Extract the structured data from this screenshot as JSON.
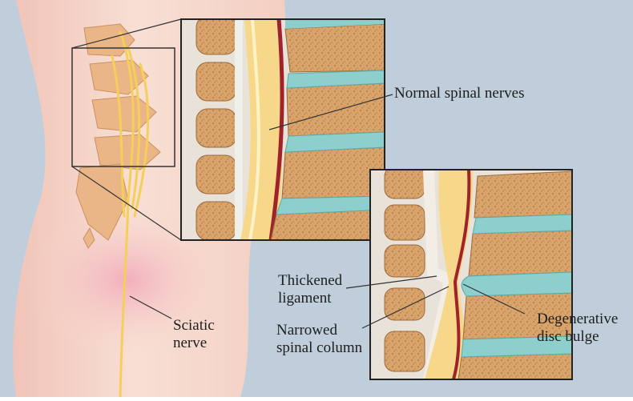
{
  "labels": {
    "normal_nerves": "Normal spinal nerves",
    "thickened_ligament": [
      "Thickened",
      "ligament"
    ],
    "narrowed_column": [
      "Narrowed",
      "spinal column"
    ],
    "degenerative_disc": [
      "Degenerative",
      "disc bulge"
    ],
    "sciatic_nerve": [
      "Sciatic",
      "nerve"
    ]
  },
  "colors": {
    "background": "#b9c8d6",
    "skin": "#f6d8cc",
    "bone": "#d9a46c",
    "disc": "#8ccfcc",
    "nerve": "#f7d88a",
    "cord_line": "#a0222a"
  }
}
